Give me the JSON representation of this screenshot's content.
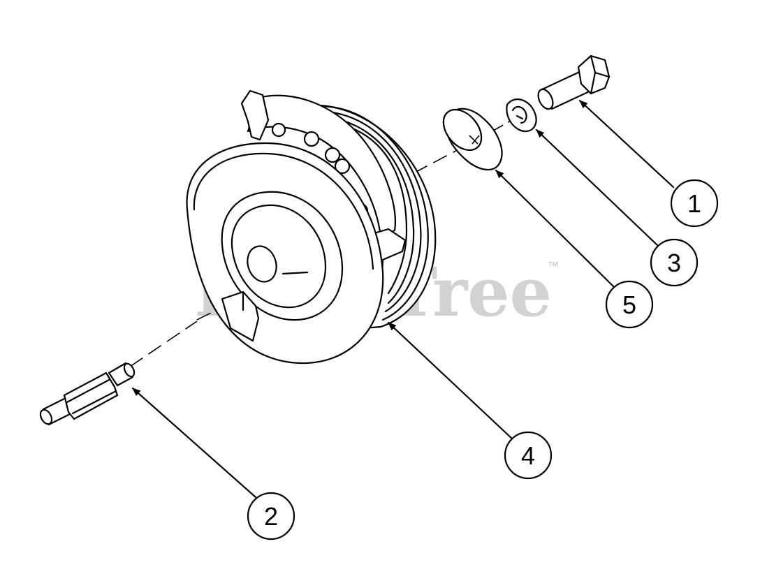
{
  "watermark": {
    "text": "PartsTree",
    "trademark": "™",
    "color": "#d2d2d2"
  },
  "callouts": [
    {
      "id": "1",
      "label": "1"
    },
    {
      "id": "2",
      "label": "2"
    },
    {
      "id": "3",
      "label": "3"
    },
    {
      "id": "4",
      "label": "4"
    },
    {
      "id": "5",
      "label": "5"
    }
  ],
  "parts": [
    {
      "callout": "1",
      "icon": "bolt-icon"
    },
    {
      "callout": "2",
      "icon": "adapter-shaft-icon"
    },
    {
      "callout": "3",
      "icon": "lock-washer-icon"
    },
    {
      "callout": "4",
      "icon": "pto-clutch-icon"
    },
    {
      "callout": "5",
      "icon": "flat-washer-icon"
    }
  ]
}
